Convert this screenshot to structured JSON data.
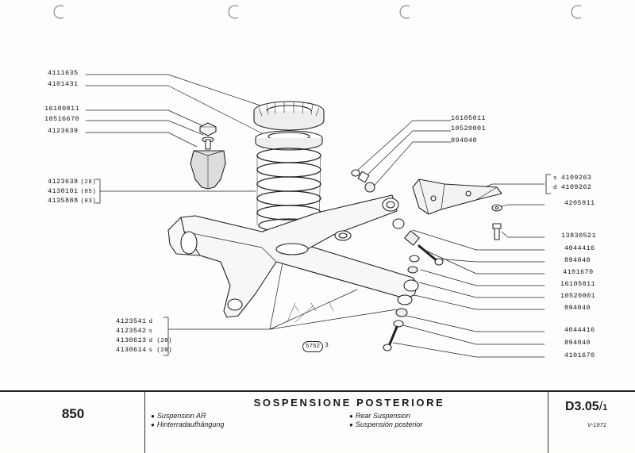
{
  "labels_left": [
    {
      "code": "4111635",
      "qual": ""
    },
    {
      "code": "4101431",
      "qual": ""
    },
    {
      "code": "16100811",
      "qual": ""
    },
    {
      "code": "10516670",
      "qual": ""
    },
    {
      "code": "4123639",
      "qual": ""
    },
    {
      "code": "4123638",
      "qual": "(28)"
    },
    {
      "code": "4130101",
      "qual": "(05)"
    },
    {
      "code": "4135888",
      "qual": "(03)"
    },
    {
      "code": "4123541",
      "qual": "d"
    },
    {
      "code": "4123542",
      "qual": "s"
    },
    {
      "code": "4130613",
      "qual": "d (28)"
    },
    {
      "code": "4130614",
      "qual": "s (28)"
    }
  ],
  "labels_right": [
    {
      "code": "16105011",
      "qual": ""
    },
    {
      "code": "10520001",
      "qual": ""
    },
    {
      "code": "894040",
      "qual": ""
    },
    {
      "code": "4109263",
      "qual": ""
    },
    {
      "code": "4109262",
      "qual": ""
    },
    {
      "code": "4205911",
      "qual": ""
    },
    {
      "code": "13830521",
      "qual": ""
    },
    {
      "code": "4044416",
      "qual": ""
    },
    {
      "code": "894040",
      "qual": ""
    },
    {
      "code": "4101670",
      "qual": ""
    },
    {
      "code": "16105011",
      "qual": ""
    },
    {
      "code": "10520001",
      "qual": ""
    },
    {
      "code": "894040",
      "qual": ""
    },
    {
      "code": "4044416",
      "qual": ""
    },
    {
      "code": "894040",
      "qual": ""
    },
    {
      "code": "4101670",
      "qual": ""
    }
  ],
  "bracket_sides": [
    "s",
    "d"
  ],
  "figure_ref": {
    "number": "5752",
    "suffix": "3"
  },
  "footer": {
    "model": "850",
    "title": "SOSPENSIONE POSTERIORE",
    "desc_left": [
      "Suspension AR",
      "Hinterradaufhängung"
    ],
    "desc_right": [
      "Rear Suspension",
      "Suspensión posterior"
    ],
    "code_main": "D3.05",
    "code_sub": "1",
    "date": "V-1971"
  }
}
